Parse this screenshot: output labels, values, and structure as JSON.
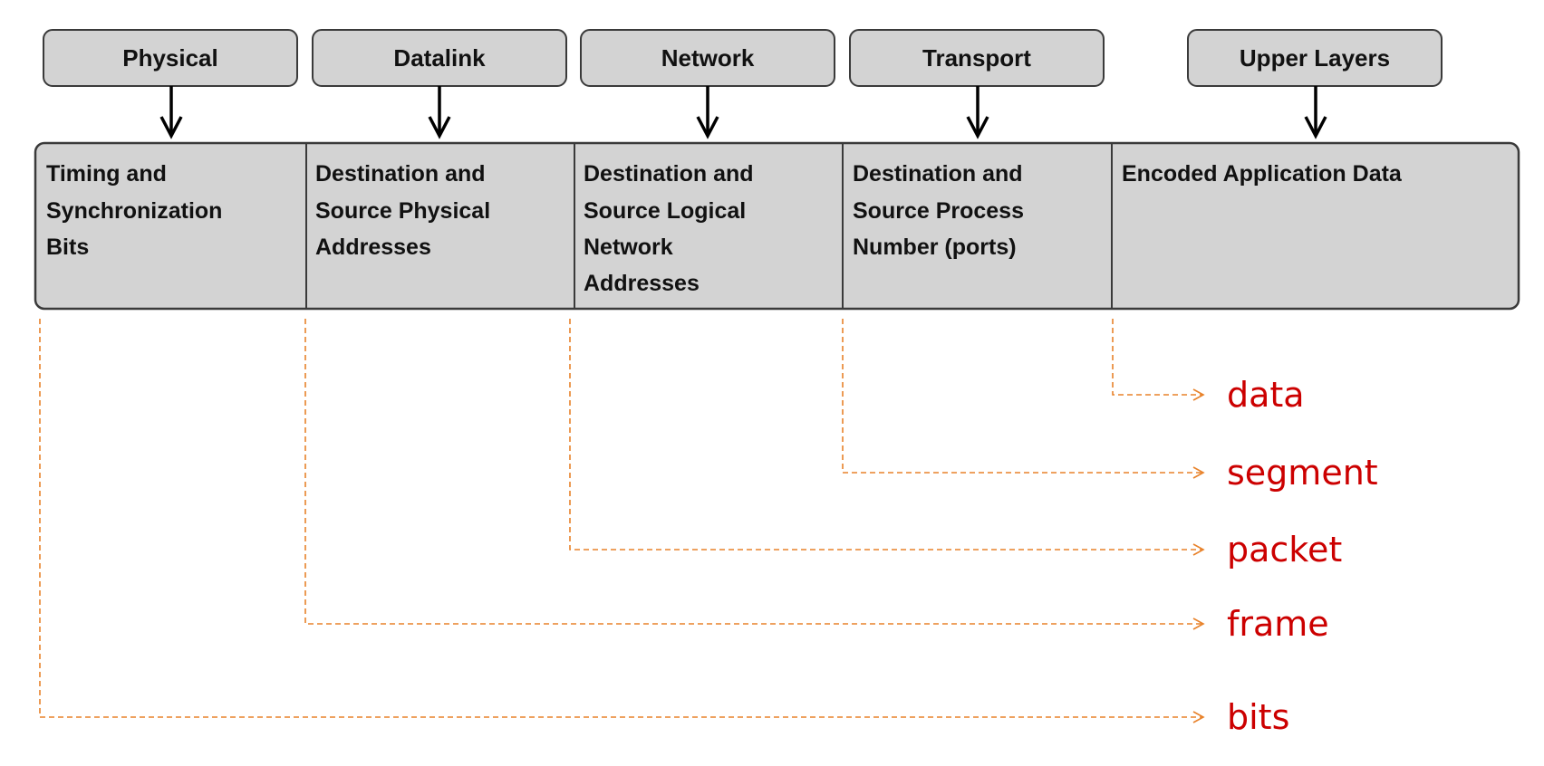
{
  "colors": {
    "box_fill": "#d3d3d3",
    "box_stroke": "#3a3a3a",
    "dashed_line": "#e8822a",
    "pdu_label": "#cc0000"
  },
  "layers": [
    {
      "label": "Physical",
      "field_lines": [
        "Timing and",
        "Synchronization",
        "Bits"
      ]
    },
    {
      "label": "Datalink",
      "field_lines": [
        "Destination and",
        "Source Physical",
        "Addresses"
      ]
    },
    {
      "label": "Network",
      "field_lines": [
        "Destination and",
        "Source Logical",
        "Network",
        "Addresses"
      ]
    },
    {
      "label": "Transport",
      "field_lines": [
        "Destination and",
        "Source Process",
        "Number (ports)"
      ]
    },
    {
      "label": "Upper Layers",
      "field_lines": [
        "Encoded Application Data"
      ]
    }
  ],
  "pdu_labels": [
    "data",
    "segment",
    "packet",
    "frame",
    "bits"
  ]
}
